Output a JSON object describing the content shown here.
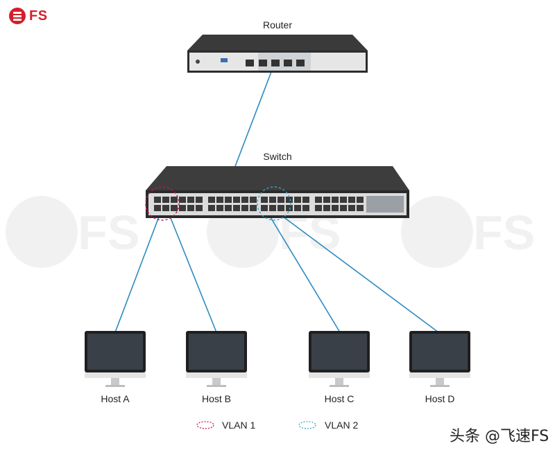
{
  "brand": {
    "logo_text": "FS",
    "logo_color": "#d41f2b"
  },
  "devices": {
    "router_label": "Router",
    "switch_label": "Switch"
  },
  "hosts": [
    {
      "label": "Host A"
    },
    {
      "label": "Host B"
    },
    {
      "label": "Host C"
    },
    {
      "label": "Host D"
    }
  ],
  "legend": {
    "vlan1_label": "VLAN 1",
    "vlan1_color": "#c2185b",
    "vlan2_label": "VLAN 2",
    "vlan2_color": "#3aa5c8"
  },
  "watermark": {
    "text": "头条 @飞速FS"
  },
  "colors": {
    "link": "#2a8bbf",
    "device_dark": "#3b3b3b",
    "device_panel": "#e8e8e8"
  }
}
